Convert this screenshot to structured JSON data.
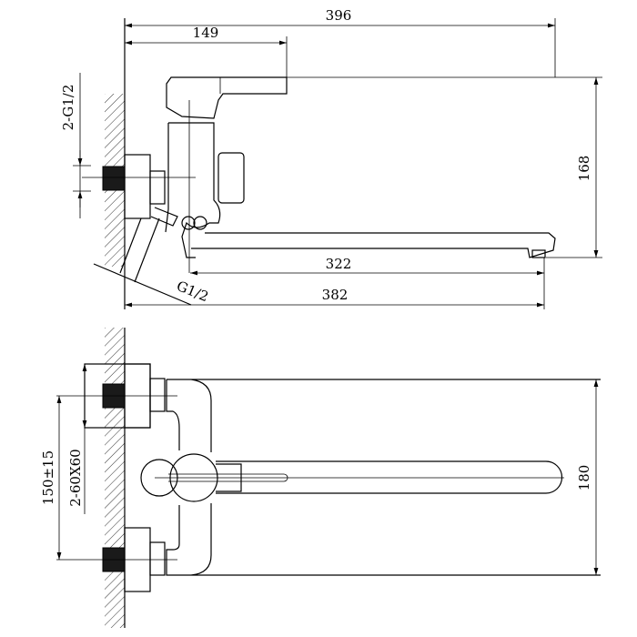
{
  "side_view": {
    "dim_overall_length": "396",
    "dim_handle_offset": "149",
    "dim_height": "168",
    "dim_spout_reach": "322",
    "dim_total_reach": "382",
    "label_inlet_thread": "2-G1/2",
    "label_outlet_thread": "G1/2"
  },
  "top_view": {
    "dim_center_distance": "150±15",
    "label_flange_size": "2-60X60",
    "dim_width": "180"
  }
}
